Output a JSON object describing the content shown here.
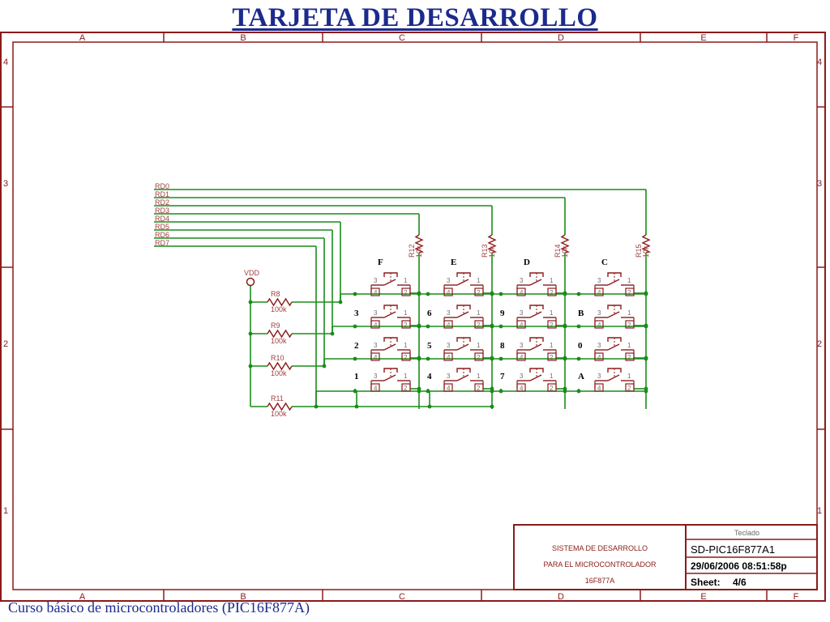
{
  "title": "TARJETA DE DESARROLLO",
  "footer": "Curso básico de microcontroladores (PIC16F877A)",
  "frame": {
    "columns": [
      "A",
      "B",
      "C",
      "D",
      "E",
      "F"
    ],
    "rows": [
      "4",
      "3",
      "2",
      "1"
    ]
  },
  "nets": [
    "RD0",
    "RD1",
    "RD2",
    "RD3",
    "RD4",
    "RD5",
    "RD6",
    "RD7"
  ],
  "supply": "VDD",
  "row_resistors": [
    {
      "name": "R8",
      "value": "100k"
    },
    {
      "name": "R9",
      "value": "100k"
    },
    {
      "name": "R10",
      "value": "100k"
    },
    {
      "name": "R11",
      "value": "100k"
    }
  ],
  "column_resistors": [
    {
      "name": "R12",
      "value": "10k"
    },
    {
      "name": "R13",
      "value": "10k"
    },
    {
      "name": "R14",
      "value": "10k"
    },
    {
      "name": "R15",
      "value": "10k"
    }
  ],
  "keypad": [
    [
      "F",
      "E",
      "D",
      "C"
    ],
    [
      "3",
      "6",
      "9",
      "B"
    ],
    [
      "2",
      "5",
      "8",
      "0"
    ],
    [
      "1",
      "4",
      "7",
      "A"
    ]
  ],
  "switch_pins": [
    "3",
    "4",
    "1",
    "2"
  ],
  "title_block": {
    "sheet_name": "Teclado",
    "line1": "SISTEMA DE DESARROLLO",
    "line2": "PARA EL MICROCONTROLADOR",
    "line3": "16F877A",
    "drawing_id": "SD-PIC16F877A1",
    "date": "29/06/2006 08:51:58p",
    "sheet_label": "Sheet:",
    "sheet_number": "4/6"
  },
  "colors": {
    "frame": "#8b1a1a",
    "wire": "#1a8c1a",
    "component": "#8b1a1a",
    "title_text": "#1b2a8c"
  }
}
